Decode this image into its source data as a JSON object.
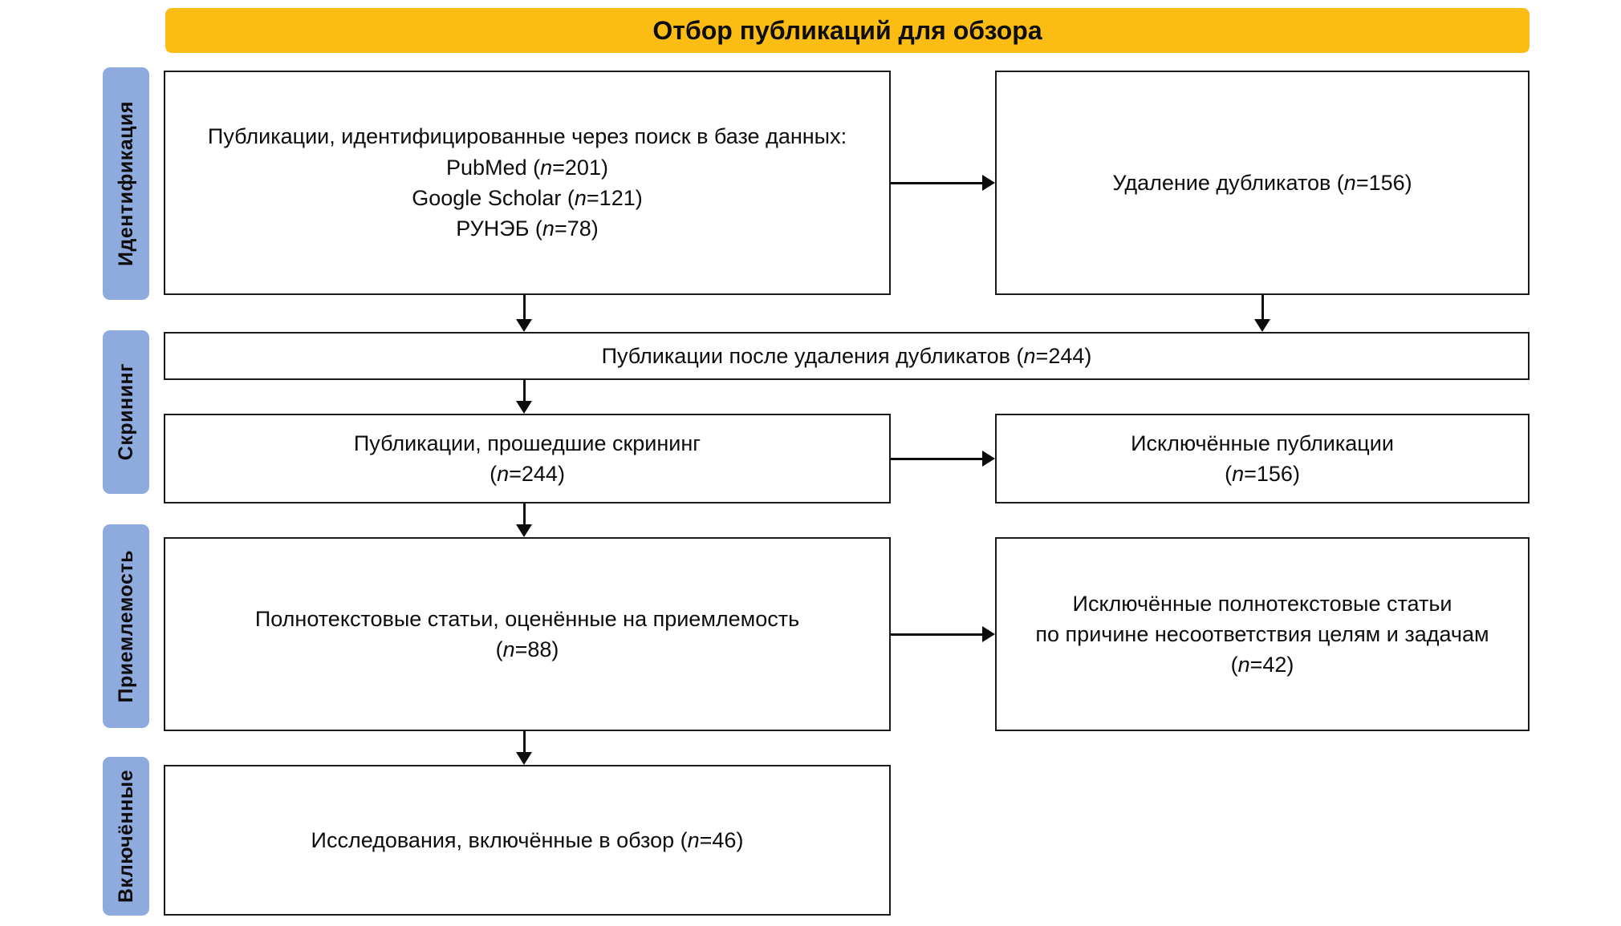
{
  "header": {
    "title": "Отбор публикаций для обзора",
    "background_color": "#FBBC14"
  },
  "stages": {
    "color": "#8FAADC",
    "items": [
      {
        "key": "identification",
        "label": "Идентификация"
      },
      {
        "key": "screening",
        "label": "Скрининг"
      },
      {
        "key": "eligibility",
        "label": "Приемлемость"
      },
      {
        "key": "included",
        "label": "Включённые"
      }
    ]
  },
  "boxes": {
    "records_identified": {
      "lines": [
        "Публикации, идентифицированные через поиск в базе данных:",
        "PubMed (n=201)",
        "Google Scholar (n=121)",
        "РУНЭБ (n=78)"
      ]
    },
    "duplicates_removed": {
      "lines": [
        "Удаление дубликатов (n=156)"
      ]
    },
    "after_duplicates": {
      "lines": [
        "Публикации после удаления дубликатов (n=244)"
      ]
    },
    "screened": {
      "lines": [
        "Публикации, прошедшие скрининг",
        "(n=244)"
      ]
    },
    "excluded_records": {
      "lines": [
        "Исключённые публикации",
        "(n=156)"
      ]
    },
    "fulltext_assessed": {
      "lines": [
        "Полнотекстовые статьи, оценённые на приемлемость",
        "(n=88)"
      ]
    },
    "excluded_fulltext": {
      "lines": [
        "Исключённые полнотекстовые статьи",
        "по причине несоответствия целям и задачам",
        "(n=42)"
      ]
    },
    "studies_included": {
      "lines": [
        "Исследования, включённые в обзор (n=46)"
      ]
    }
  },
  "counts": {
    "pubmed": 201,
    "google_scholar": 121,
    "runeb": 78,
    "duplicates_removed": 156,
    "after_duplicates": 244,
    "screened": 244,
    "excluded_records": 156,
    "fulltext_assessed": 88,
    "excluded_fulltext": 42,
    "studies_included": 46
  }
}
